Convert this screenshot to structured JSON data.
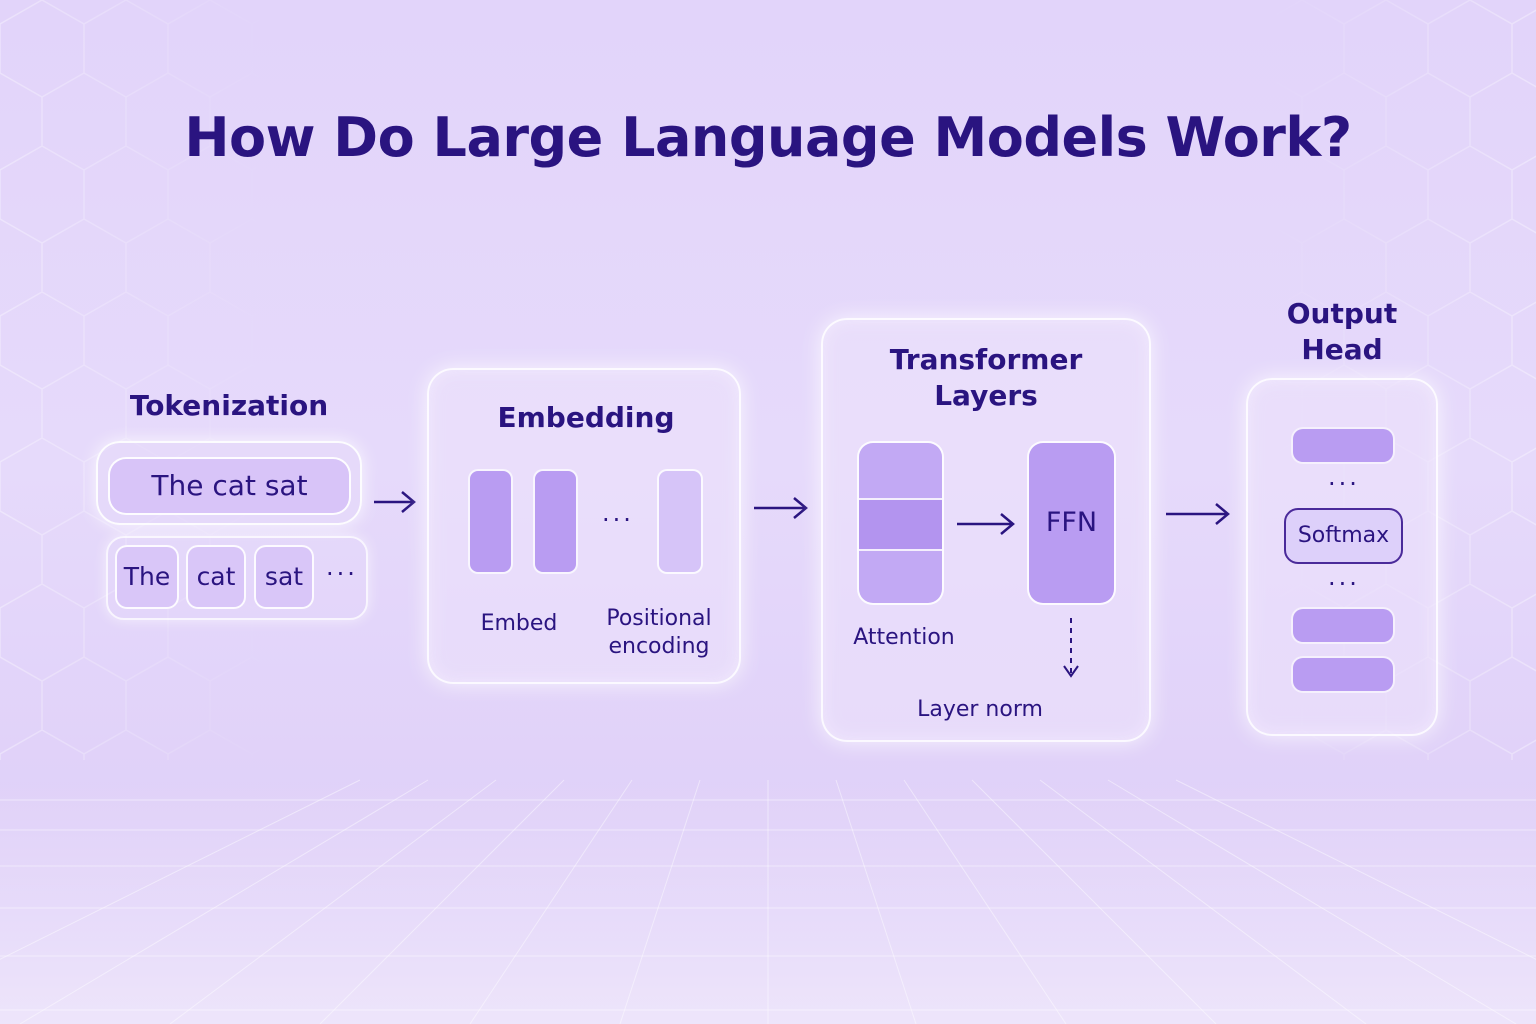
{
  "title": "How Do Large Language Models Work?",
  "stages": {
    "tokenization": {
      "label": "Tokenization",
      "sentence": "The cat sat",
      "tokens": [
        "The",
        "cat",
        "sat"
      ],
      "more": "···"
    },
    "embedding": {
      "label": "Embedding",
      "more": "···",
      "embed_caption": "Embed",
      "positional_caption_line1": "Positional",
      "positional_caption_line2": "encoding"
    },
    "transformer": {
      "label_line1": "Transformer",
      "label_line2": "Layers",
      "attention_caption": "Attention",
      "ffn_label": "FFN",
      "layer_norm_caption": "Layer norm"
    },
    "output_head": {
      "label_line1": "Output",
      "label_line2": "Head",
      "softmax_label": "Softmax",
      "more_top": "···",
      "more_bottom": "···"
    }
  },
  "colors": {
    "background": "#e4d8fa",
    "text": "#2a1480",
    "block_dark": "#b99cf2",
    "block_light": "#d6c4f8"
  }
}
